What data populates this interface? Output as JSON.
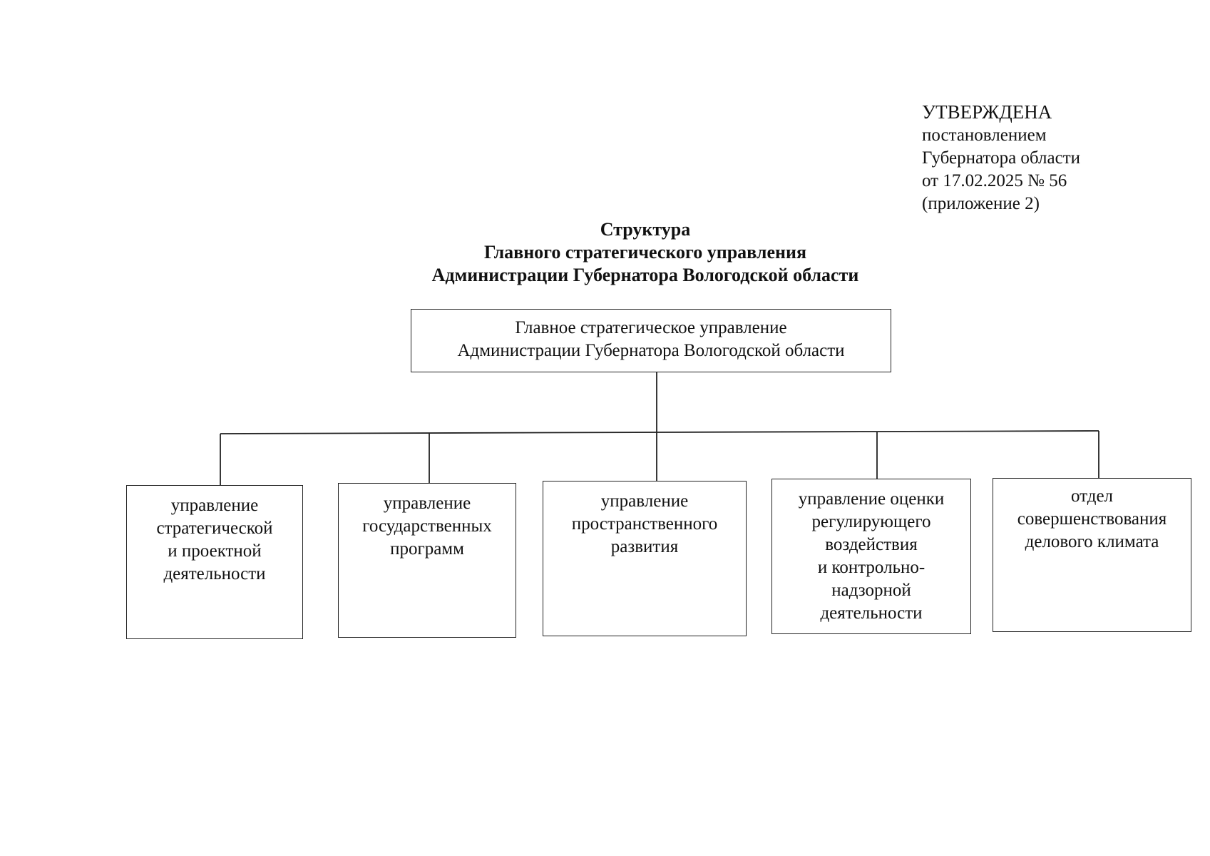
{
  "approval": {
    "lines": [
      "УТВЕРЖДЕНА",
      "постановлением",
      "Губернатора области",
      "от 17.02.2025 № 56",
      "(приложение 2)"
    ]
  },
  "title": {
    "lines": [
      "Структура",
      "Главного стратегического управления",
      "Администрации Губернатора Вологодской области"
    ]
  },
  "org_chart": {
    "root": {
      "lines": [
        "Главное стратегическое управление",
        "Администрации Губернатора Вологодской области"
      ]
    },
    "children": [
      {
        "lines": [
          "управление",
          "стратегической",
          "и проектной",
          "деятельности"
        ]
      },
      {
        "lines": [
          "управление",
          "государственных",
          "программ"
        ]
      },
      {
        "lines": [
          "управление",
          "пространственного",
          "развития"
        ]
      },
      {
        "lines": [
          "управление оценки",
          "регулирующего",
          "воздействия",
          "и контрольно-",
          "надзорной",
          "деятельности"
        ]
      },
      {
        "lines": [
          "отдел",
          "совершенствования",
          "делового климата"
        ]
      }
    ]
  }
}
